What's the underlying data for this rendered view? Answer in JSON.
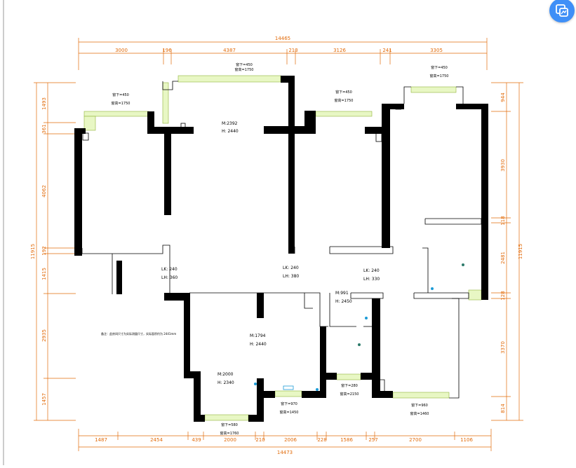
{
  "dimensions": {
    "top_total": "14465",
    "top_segments": [
      "3000",
      "196",
      "4387",
      "213",
      "3126",
      "241",
      "3305"
    ],
    "bottom_total": "14473",
    "bottom_segments": [
      "1487",
      "2454",
      "439",
      "2000",
      "210",
      "2006",
      "228",
      "1586",
      "257",
      "2700",
      "1106"
    ],
    "left_total": "11915",
    "left_segments": [
      "1493",
      "361",
      "4062",
      "192",
      "1415",
      "2935",
      "1457"
    ],
    "right_total": "11915",
    "right_segments": [
      "944",
      "3930",
      "118",
      "2481",
      "128",
      "3370",
      "814"
    ]
  },
  "windows": [
    {
      "sill": "窗下=450",
      "height": "窗高=1750"
    },
    {
      "sill": "窗下=450",
      "height": "窗高=1750"
    },
    {
      "sill": "窗下=450",
      "height": "窗高=1750"
    },
    {
      "sill": "窗下=450",
      "height": "窗高=1750"
    },
    {
      "sill": "窗下=970",
      "height": "窗高=1450"
    },
    {
      "sill": "窗下=280",
      "height": "窗高=2150"
    },
    {
      "sill": "窗下=960",
      "height": "窗高=1460"
    },
    {
      "sill": "窗下=580",
      "height": "窗高=1760"
    }
  ],
  "rooms": [
    {
      "m": "M:2392",
      "h": "H: 2440"
    },
    {
      "m": "M:1794",
      "h": "H: 2440"
    },
    {
      "m": "M:2000",
      "h": "H: 2340"
    },
    {
      "m": "M:991",
      "h": "H: 2450"
    }
  ],
  "openings": [
    {
      "lk": "LK: 240",
      "lh": "LH: 360"
    },
    {
      "lk": "LK: 240",
      "lh": "LH: 380"
    },
    {
      "lk": "LK: 240",
      "lh": "LH: 330"
    }
  ],
  "note": "备注：此房间尺寸为实际测量尺寸，实际面积约为 2441mm",
  "colors": {
    "dimension": "#e26b0a",
    "wall": "#000000",
    "window": "#d9f2a6",
    "accent": "#3f8ff7"
  }
}
